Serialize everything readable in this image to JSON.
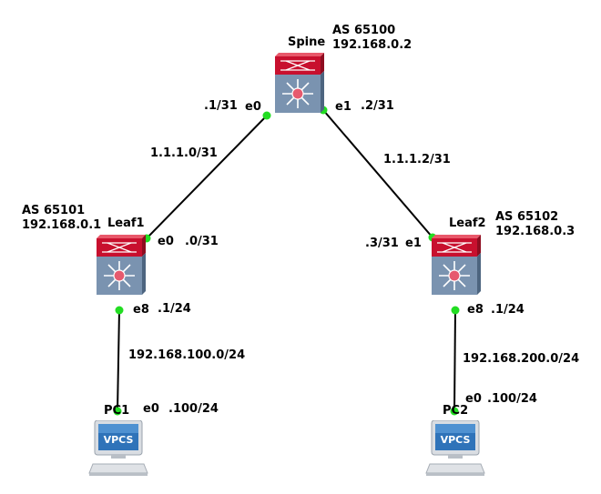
{
  "colors": {
    "link": "#000000",
    "port_up": "#22dd22",
    "router_red": "#c8102e",
    "router_body": "#7a93b0",
    "pc_blue": "#2f73b9"
  },
  "icons": {
    "router": "router-icon",
    "vpcs": "vpcs-pc-icon"
  },
  "nodes": {
    "spine": {
      "name": "Spine",
      "as": "AS 65100",
      "ip": "192.168.0.2"
    },
    "leaf1": {
      "name": "Leaf1",
      "as": "AS 65101",
      "ip": "192.168.0.1"
    },
    "leaf2": {
      "name": "Leaf2",
      "as": "AS 65102",
      "ip": "192.168.0.3"
    },
    "pc1": {
      "name": "PC1",
      "badge": "VPCS"
    },
    "pc2": {
      "name": "PC2",
      "badge": "VPCS"
    }
  },
  "ports": {
    "spine_e0": {
      "name": "e0",
      "addr": ".1/31"
    },
    "spine_e1": {
      "name": "e1",
      "addr": ".2/31"
    },
    "leaf1_e0": {
      "name": "e0",
      "addr": ".0/31"
    },
    "leaf1_e8": {
      "name": "e8",
      "addr": ".1/24"
    },
    "leaf2_e1": {
      "name": "e1",
      "addr": ".3/31"
    },
    "leaf2_e8": {
      "name": "e8",
      "addr": ".1/24"
    },
    "pc1_e0": {
      "name": "e0",
      "addr": ".100/24"
    },
    "pc2_e0": {
      "name": "e0",
      "addr": ".100/24"
    }
  },
  "links": {
    "spine_leaf1": "1.1.1.0/31",
    "spine_leaf2": "1.1.1.2/31",
    "leaf1_pc1": "192.168.100.0/24",
    "leaf2_pc2": "192.168.200.0/24"
  }
}
